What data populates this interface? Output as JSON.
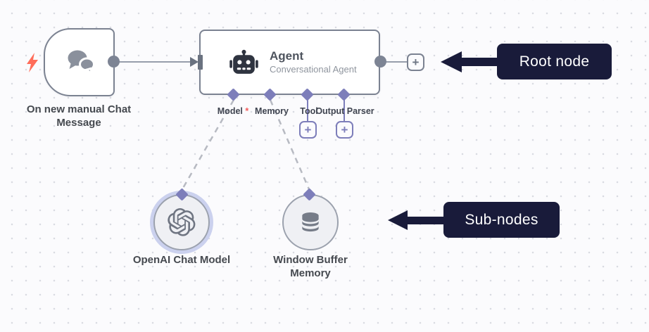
{
  "canvas": {
    "name": "n8n workflow canvas"
  },
  "colors": {
    "canvas_bg": "#fbfbfd",
    "node_border": "#7b8291",
    "connector_gray": "#7d8494",
    "port_purple": "#7d7eba",
    "annotation_bg": "#191b3a",
    "trigger_bolt_red": "#ff6d5a",
    "required_asterisk_red": "#f45b5b",
    "selection_glow": "#cbd1ee"
  },
  "trigger_node": {
    "label": "On new manual Chat Message",
    "icon": "chat-bubbles-icon"
  },
  "agent_node": {
    "title": "Agent",
    "subtitle": "Conversational Agent",
    "icon": "robot-icon",
    "ports": [
      {
        "label": "Model",
        "required_marker": "*"
      },
      {
        "label": "Memory",
        "required_marker": ""
      },
      {
        "label": "Tool",
        "required_marker": ""
      },
      {
        "label": "Output Parser",
        "required_marker": ""
      }
    ]
  },
  "sub_nodes": [
    {
      "label": "OpenAI Chat Model",
      "icon": "openai-logo-icon",
      "selected": true
    },
    {
      "label": "Window Buffer Memory",
      "icon": "database-icon",
      "selected": false
    }
  ],
  "annotations": {
    "root_label": "Root node",
    "sub_label": "Sub-nodes"
  },
  "controls": {
    "plus": "+"
  }
}
